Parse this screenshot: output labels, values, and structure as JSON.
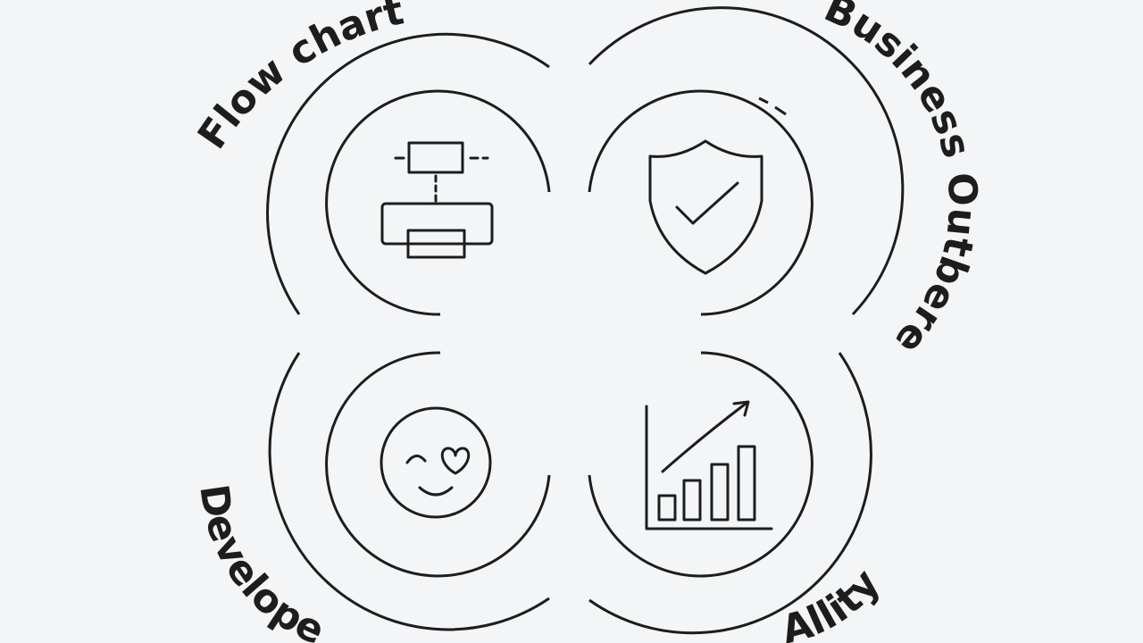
{
  "diagram": {
    "colors": {
      "background": "#f4f5f6",
      "stroke": "#1d1d1d"
    },
    "quadrants": [
      {
        "id": "top-left",
        "label": "Flow chart",
        "icon": "flowchart-icon"
      },
      {
        "id": "top-right",
        "label": "Business Outbere",
        "icon": "shield-check-icon"
      },
      {
        "id": "bottom-left",
        "label": "Developen",
        "icon": "smiley-heart-icon"
      },
      {
        "id": "bottom-right",
        "label": "Allity",
        "icon": "bar-chart-growth-icon"
      }
    ]
  }
}
